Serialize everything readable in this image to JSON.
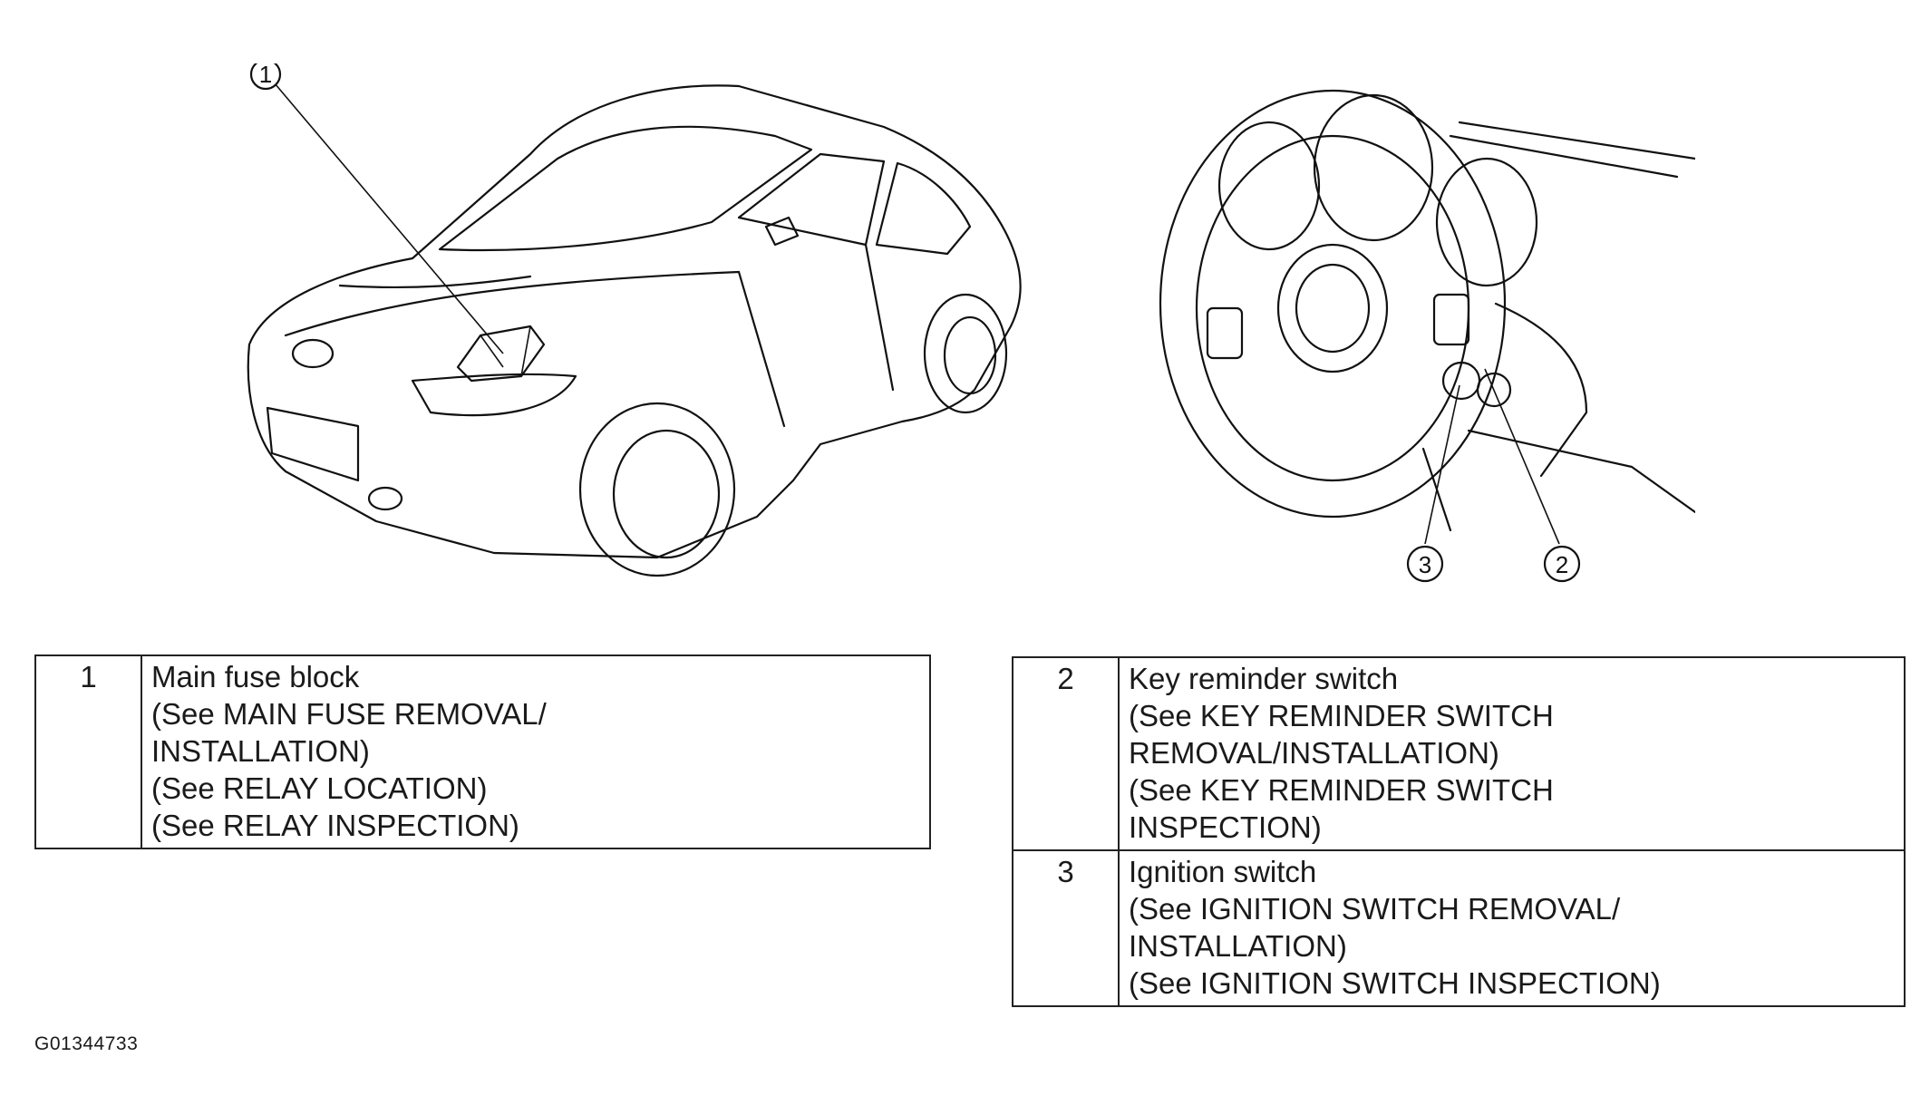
{
  "callouts": {
    "one": "1",
    "two": "2",
    "three": "3"
  },
  "parts": [
    {
      "number": "1",
      "name": "Main fuse block",
      "refs": [
        "(See MAIN FUSE REMOVAL/",
        "INSTALLATION)",
        "(See RELAY LOCATION)",
        "(See RELAY INSPECTION)"
      ]
    },
    {
      "number": "2",
      "name": "Key reminder switch",
      "refs": [
        "(See KEY REMINDER SWITCH",
        "REMOVAL/INSTALLATION)",
        "(See KEY REMINDER SWITCH",
        "INSPECTION)"
      ]
    },
    {
      "number": "3",
      "name": "Ignition switch",
      "refs": [
        "(See IGNITION SWITCH REMOVAL/",
        "INSTALLATION)",
        "(See IGNITION SWITCH INSPECTION)"
      ]
    }
  ],
  "figure_id": "G01344733"
}
